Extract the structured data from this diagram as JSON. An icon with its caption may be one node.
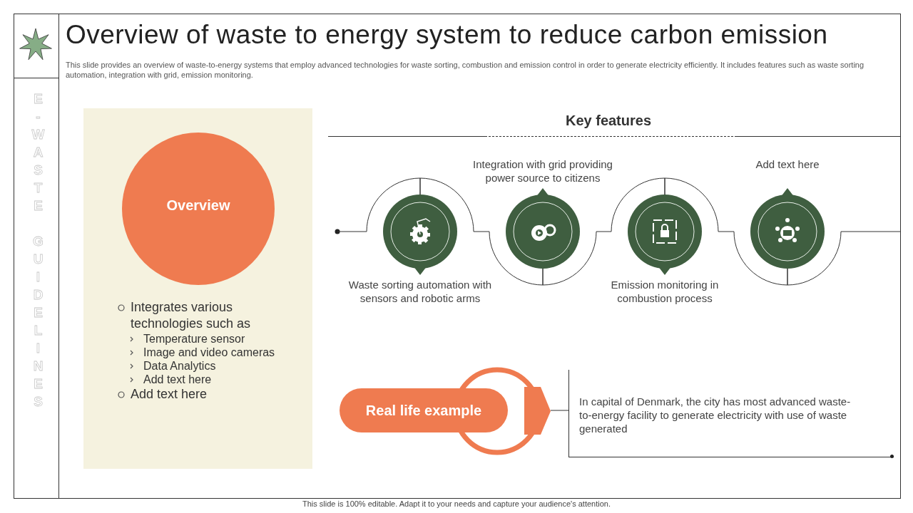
{
  "diagram": {
    "title": "Overview of waste to energy system to reduce carbon emission",
    "caption": "This slide is 100% editable. Adapt it to your needs and capture your audience's attention.",
    "nodes": [
      {
        "text": [
          "Integrates various technologies such as",
          "Temperature sensor",
          "Image and video cameras",
          "Data Analytics",
          "Add text here",
          "Add text here"
        ]
      },
      {
        "text": [
          "Overview"
        ],
        "in": 0
      },
      {
        "text": [],
        "shape": "circle",
        "beside": [
          "Waste sorting automation with sensors and robotic arms"
        ]
      },
      {
        "text": [],
        "shape": "circle",
        "beside": [
          "Integration with grid providing power source to citizens"
        ]
      },
      {
        "text": [],
        "shape": "circle",
        "beside": [
          "Emission monitoring in combustion process"
        ]
      },
      {
        "text": [],
        "shape": "circle",
        "beside": [
          "Add text here"
        ]
      },
      {
        "text": [
          "Real life example"
        ]
      },
      {
        "text": [
          "In capital of Denmark, the city has most advanced waste-to-energy facility to generate electricity with use of waste generated"
        ]
      }
    ],
    "edges": [
      {
        "from": null,
        "to": 2,
        "arrow": "none"
      },
      {
        "from": 2,
        "to": 3,
        "arrow": "none"
      },
      {
        "from": 3,
        "to": 4,
        "arrow": "none"
      },
      {
        "from": 4,
        "to": 5,
        "arrow": "none"
      },
      {
        "from": 5,
        "to": null,
        "arrow": "none"
      },
      {
        "from": 6,
        "to": 7,
        "arrow": "none"
      }
    ],
    "labels": [
      "This slide provides an overview of waste-to-energy systems that employ advanced technologies for waste sorting, combustion and emission control in order to generate electricity efficiently. It includes features such as waste sorting automation, integration with grid, emission monitoring.",
      "E-WASTE GUIDELINES",
      "Key features"
    ]
  }
}
